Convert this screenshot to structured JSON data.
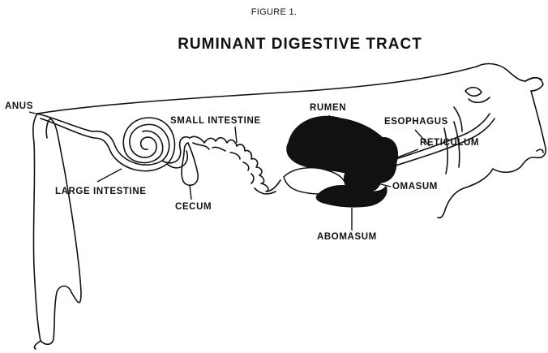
{
  "figure_label": "FIGURE 1.",
  "title": "RUMINANT DIGESTIVE TRACT",
  "labels": {
    "anus": "ANUS",
    "small_intestine": "SMALL INTESTINE",
    "rumen": "RUMEN",
    "esophagus": "ESOPHAGUS",
    "reticulum": "RETICULUM",
    "large_intestine": "LARGE INTESTINE",
    "cecum": "CECUM",
    "omasum": "OMASUM",
    "abomasum": "ABOMASUM"
  },
  "colors": {
    "ink": "#111111",
    "background": "#ffffff"
  }
}
